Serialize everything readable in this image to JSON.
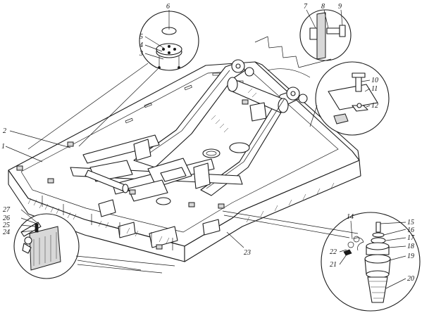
{
  "callouts": [
    {
      "id": "1",
      "text": "1"
    },
    {
      "id": "2",
      "text": "2"
    },
    {
      "id": "3",
      "text": "3"
    },
    {
      "id": "4",
      "text": "4"
    },
    {
      "id": "5",
      "text": "5"
    },
    {
      "id": "6",
      "text": "6"
    },
    {
      "id": "7",
      "text": "7"
    },
    {
      "id": "8",
      "text": "8"
    },
    {
      "id": "9",
      "text": "9"
    },
    {
      "id": "10",
      "text": "10"
    },
    {
      "id": "11",
      "text": "11"
    },
    {
      "id": "12",
      "text": "12"
    },
    {
      "id": "14",
      "text": "14"
    },
    {
      "id": "15",
      "text": "15"
    },
    {
      "id": "16",
      "text": "16"
    },
    {
      "id": "17",
      "text": "17"
    },
    {
      "id": "18",
      "text": "18"
    },
    {
      "id": "19",
      "text": "19"
    },
    {
      "id": "20",
      "text": "20"
    },
    {
      "id": "21",
      "text": "21"
    },
    {
      "id": "22",
      "text": "22"
    },
    {
      "id": "23",
      "text": "23"
    },
    {
      "id": "24",
      "text": "24"
    },
    {
      "id": "25",
      "text": "25"
    },
    {
      "id": "26",
      "text": "26"
    },
    {
      "id": "27",
      "text": "27"
    }
  ]
}
